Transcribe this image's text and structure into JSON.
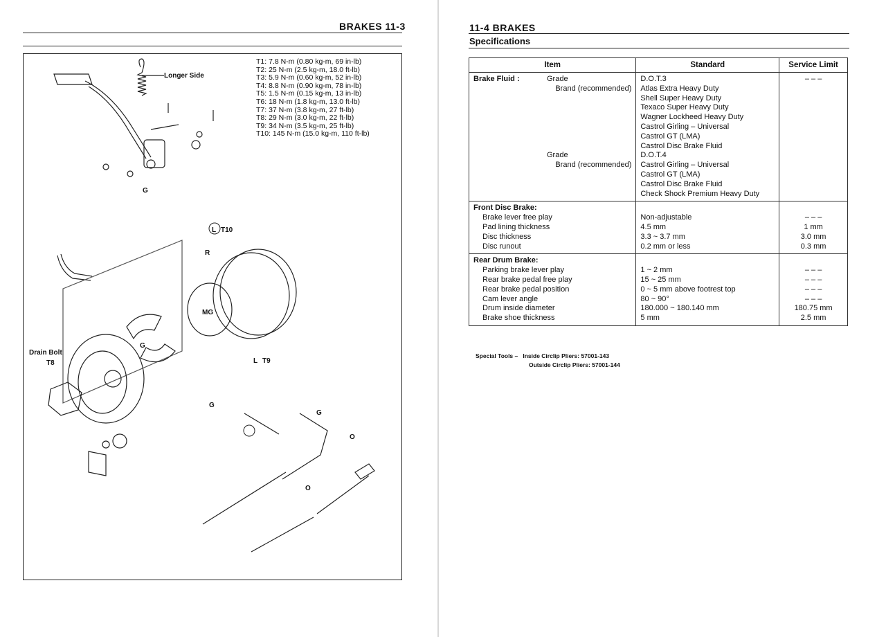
{
  "left_page": {
    "header": "BRAKES 11-3",
    "torque_specs": [
      "T1:  7.8 N-m (0.80 kg-m, 69 in-lb)",
      "T2:  25 N-m (2.5 kg-m, 18.0 ft-lb)",
      "T3:  5.9 N-m (0.60 kg-m, 52 in-lb)",
      "T4:  8.8 N-m (0.90 kg-m, 78 in-lb)",
      "T5:  1.5 N-m (0.15 kg-m, 13 in-lb)",
      "T6:  18 N-m (1.8 kg-m, 13.0 ft-lb)",
      "T7:  37 N-m (3.8 kg-m, 27 ft-lb)",
      "T8:  29 N-m (3.0 kg-m, 22 ft-lb)",
      "T9:  34 N-m (3.5 kg-m, 25 ft-lb)",
      "T10: 145 N-m (15.0 kg-m, 110 ft-lb)"
    ],
    "callouts": {
      "longer_side": "Longer Side",
      "drain_bolt": "Drain Bolt",
      "t8": "T8",
      "t9": "T9",
      "t10": "T10",
      "l": "L",
      "g": "G",
      "r": "R",
      "mg": "MG",
      "o": "O"
    }
  },
  "right_page": {
    "header": "11-4 BRAKES",
    "subheader": "Specifications",
    "table": {
      "columns": [
        "Item",
        "Standard",
        "Service Limit"
      ],
      "sections": [
        {
          "title": "Brake Fluid :",
          "items": [
            "Grade",
            "Brand (recommended)",
            "",
            "",
            "",
            "",
            "",
            "",
            "Grade",
            "Brand (recommended)"
          ],
          "standard": [
            "D.O.T.3",
            "Atlas Extra Heavy Duty",
            "Shell Super Heavy Duty",
            "Texaco Super Heavy Duty",
            "Wagner Lockheed Heavy Duty",
            "Castrol Girling – Universal",
            "Castrol GT (LMA)",
            "Castrol Disc Brake Fluid",
            "D.O.T.4",
            "Castrol Girling – Universal",
            "Castrol GT (LMA)",
            "Castrol Disc Brake Fluid",
            "Check Shock Premium Heavy Duty"
          ],
          "limit": [
            "– – –"
          ]
        },
        {
          "title": "Front Disc Brake:",
          "items": [
            "Brake lever free play",
            "Pad lining thickness",
            "Disc thickness",
            "Disc runout"
          ],
          "standard": [
            "Non-adjustable",
            "4.5 mm",
            "3.3 ~ 3.7 mm",
            "0.2 mm or less"
          ],
          "limit": [
            "– – –",
            "1 mm",
            "3.0 mm",
            "0.3 mm"
          ]
        },
        {
          "title": "Rear Drum Brake:",
          "items": [
            "Parking brake lever play",
            "Rear brake pedal free play",
            "Rear brake pedal position",
            "Cam lever angle",
            "Drum inside diameter",
            "Brake shoe thickness"
          ],
          "standard": [
            "1 ~ 2 mm",
            "15 ~ 25 mm",
            "0 ~ 5 mm above footrest top",
            "80 ~ 90°",
            "180.000 ~ 180.140 mm",
            "5 mm"
          ],
          "limit": [
            "– – –",
            "– – –",
            "– – –",
            "– – –",
            "180.75 mm",
            "2.5 mm"
          ]
        }
      ]
    },
    "special_tools": {
      "label": "Special Tools –",
      "items": [
        "Inside Circlip Pliers: 57001-143",
        "Outside Circlip Pliers: 57001-144"
      ]
    }
  }
}
